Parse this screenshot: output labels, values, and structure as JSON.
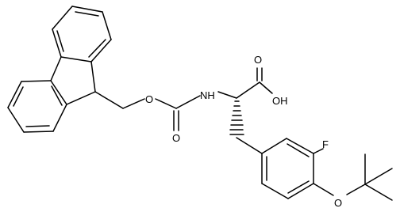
{
  "molecule": {
    "atoms": {
      "nh": "NH",
      "oh": "OH",
      "o_carbonyl_acid": "O",
      "o_carbamate_ester": "O",
      "o_carbonyl_carbamate": "O",
      "f": "F",
      "o_ether": "O"
    }
  }
}
